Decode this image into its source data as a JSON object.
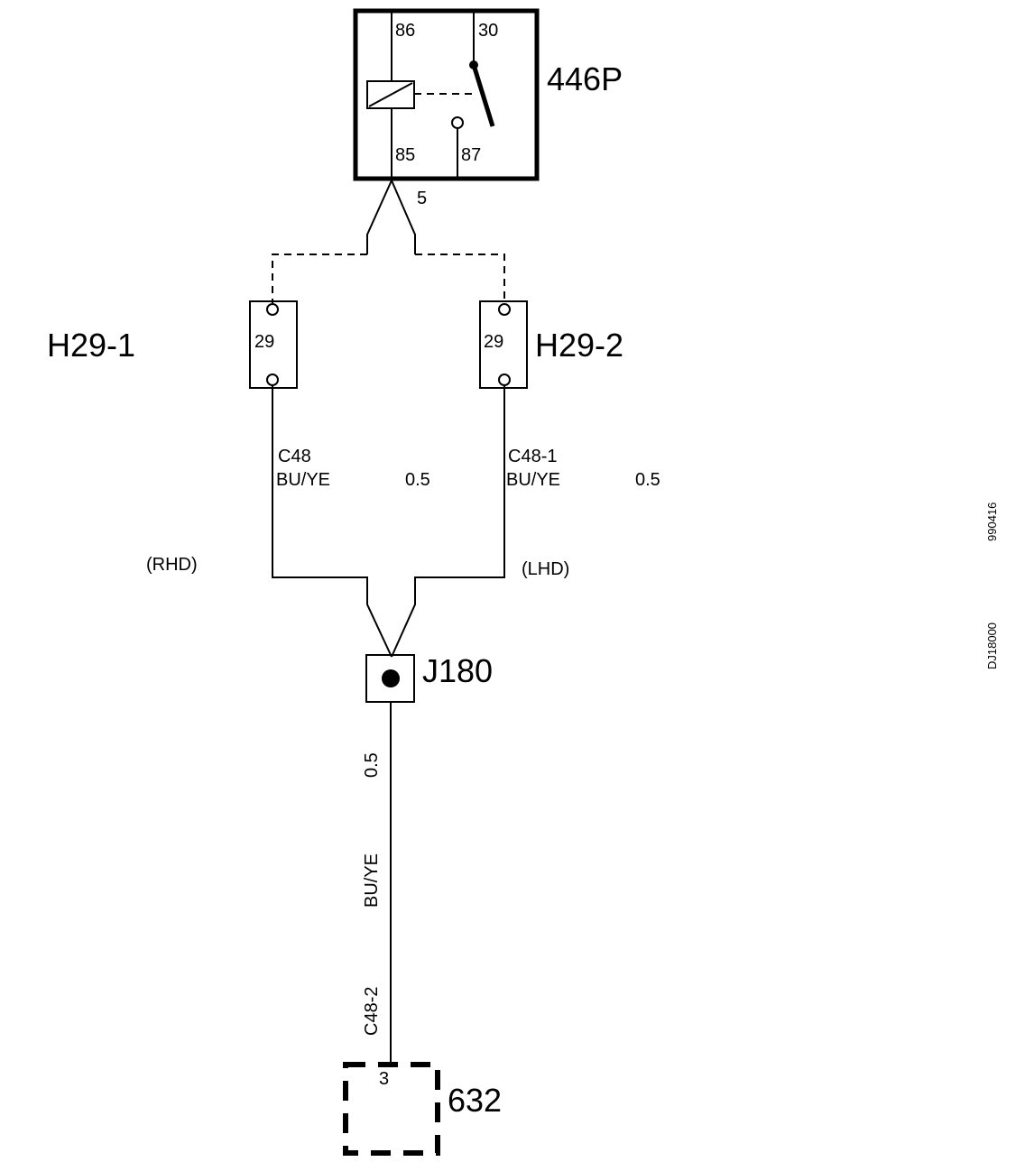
{
  "relay": {
    "id": "446P",
    "pins": {
      "p86": "86",
      "p30": "30",
      "p85": "85",
      "p87": "87"
    }
  },
  "split_top_size": "5",
  "connector_left": {
    "id": "H29-1",
    "pin": "29"
  },
  "connector_right": {
    "id": "H29-2",
    "pin": "29"
  },
  "wire_left": {
    "circuit": "C48",
    "color": "BU/YE",
    "size": "0.5",
    "variant": "(RHD)"
  },
  "wire_right": {
    "circuit": "C48-1",
    "color": "BU/YE",
    "size": "0.5",
    "variant": "(LHD)"
  },
  "junction": {
    "id": "J180"
  },
  "wire_down": {
    "size": "0.5",
    "color": "BU/YE",
    "circuit": "C48-2"
  },
  "component": {
    "id": "632",
    "pin": "3"
  },
  "side_codes": {
    "code1": "990416",
    "code2": "DJ18000"
  }
}
